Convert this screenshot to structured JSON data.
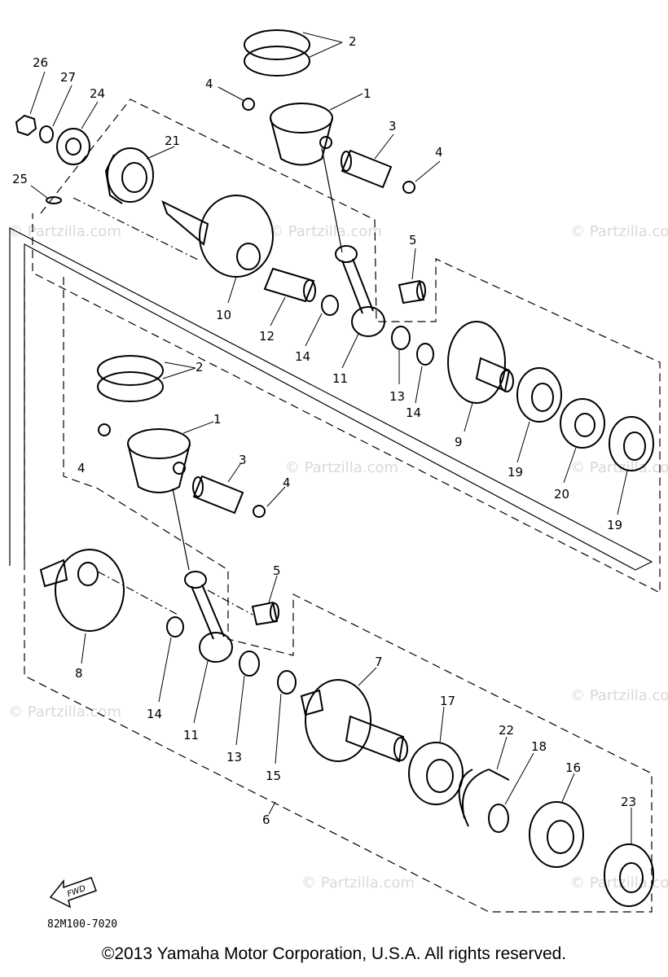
{
  "watermark": "© Partzilla.com",
  "drawing_code": "82M100-7020",
  "fwd_label": "FWD",
  "copyright": "©2013 Yamaha Motor Corporation, U.S.A. All rights reserved.",
  "callouts": {
    "c26": "26",
    "c27": "27",
    "c24": "24",
    "c25": "25",
    "c21": "21",
    "c2a": "2",
    "c1a": "1",
    "c4a": "4",
    "c3a": "3",
    "c4b": "4",
    "c5a": "5",
    "c10": "10",
    "c12": "12",
    "c14a": "14",
    "c11a": "11",
    "c13a": "13",
    "c14b": "14",
    "c9": "9",
    "c19a": "19",
    "c20": "20",
    "c19b": "19",
    "c2b": "2",
    "c1b": "1",
    "c4c": "4",
    "c3b": "3",
    "c4d": "4",
    "c5b": "5",
    "c8": "8",
    "c14c": "14",
    "c11b": "11",
    "c13b": "13",
    "c15": "15",
    "c7": "7",
    "c17": "17",
    "c22": "22",
    "c18": "18",
    "c16": "16",
    "c23": "23",
    "c6": "6"
  }
}
